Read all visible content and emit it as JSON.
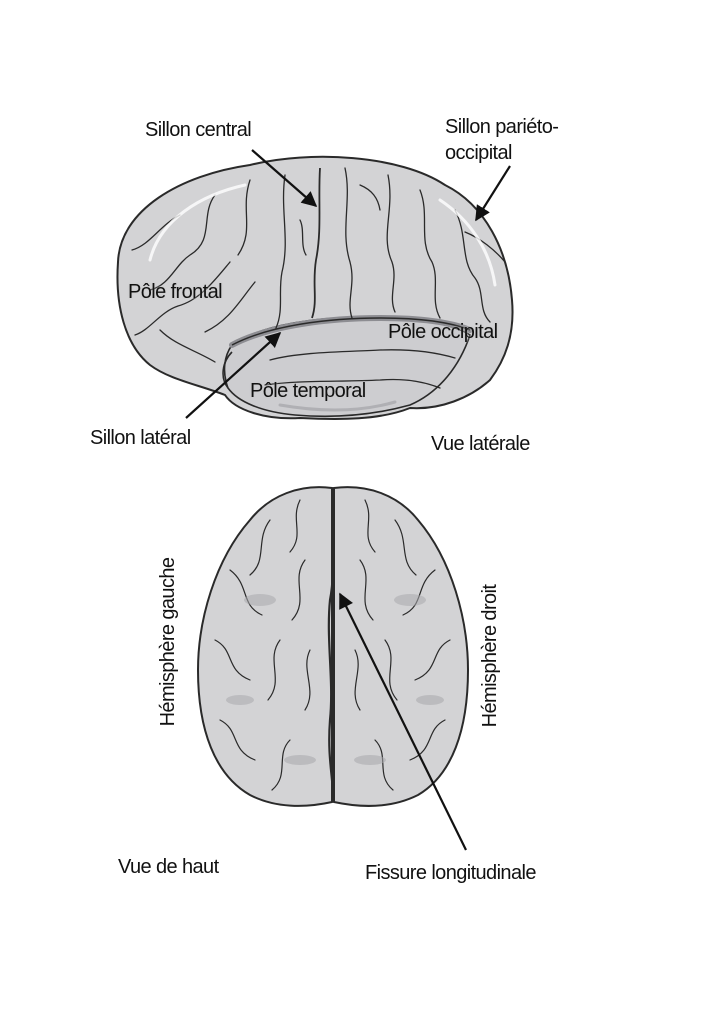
{
  "lateral_view": {
    "caption": "Vue latérale",
    "labels": {
      "central_sulcus": "Sillon central",
      "parieto_occipital_sulcus": "Sillon pariéto-occipital",
      "frontal_pole": "Pôle frontal",
      "occipital_pole": "Pôle occipital",
      "temporal_pole": "Pôle temporal",
      "lateral_sulcus": "Sillon latéral"
    }
  },
  "top_view": {
    "caption": "Vue de haut",
    "labels": {
      "left_hemisphere": "Hémisphère gauche",
      "right_hemisphere": "Hémisphère droit",
      "longitudinal_fissure": "Fissure longitudinale"
    }
  },
  "colors": {
    "brain_fill": "#d3d3d5",
    "brain_shadow": "#a9a9ad",
    "outline": "#2a2a2a",
    "label_text": "#111111"
  }
}
